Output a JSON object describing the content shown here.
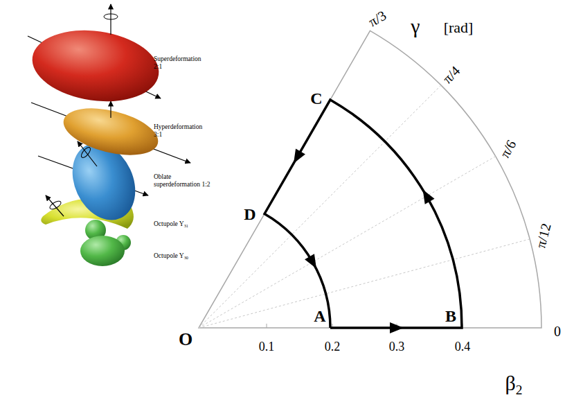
{
  "diagram": {
    "labels": [
      "Superdeformation 2:1",
      "Hyperdeformation 3:1",
      "Oblate superdeformation 1:2",
      "Octupole Y31",
      "Octupole Y30",
      "γ",
      "[rad]",
      "π/3",
      "π/4",
      "π/6",
      "π/12",
      "0",
      "0.1",
      "0.2",
      "0.3",
      "0.4",
      "β2",
      "O",
      "A",
      "B",
      "C",
      "D"
    ]
  }
}
